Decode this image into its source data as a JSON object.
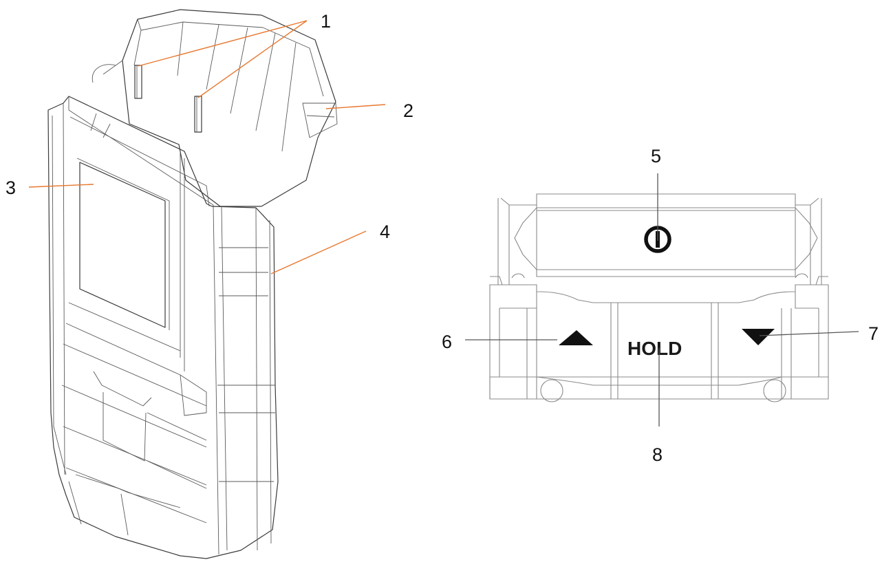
{
  "callouts": {
    "c1": "1",
    "c2": "2",
    "c3": "3",
    "c4": "4",
    "c5": "5",
    "c6": "6",
    "c7": "7",
    "c8": "8"
  },
  "keypad": {
    "hold_label": "HOLD",
    "power_icon": "power-icon",
    "up_icon": "up-triangle-icon",
    "down_icon": "down-triangle-icon"
  },
  "colors": {
    "leader_line": "#e8772e",
    "outline": "#3a3a3a",
    "background": "#ffffff"
  }
}
